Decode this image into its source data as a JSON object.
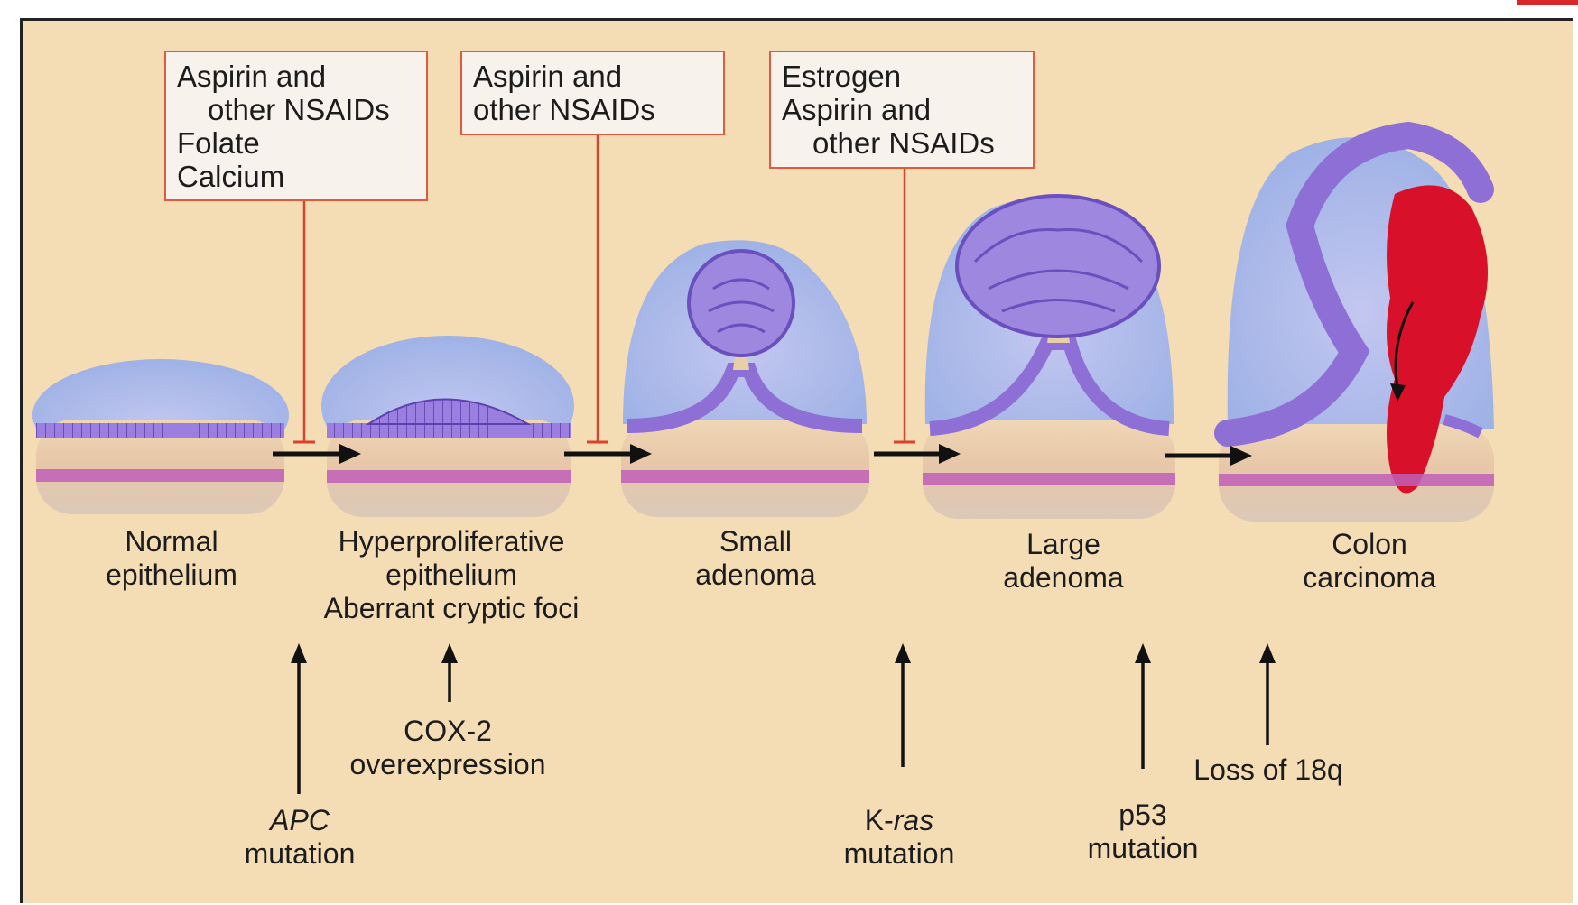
{
  "inhibitors": [
    {
      "lines": [
        "Aspirin and",
        "other NSAIDs",
        "Folate",
        "Calcium"
      ]
    },
    {
      "lines": [
        "Aspirin and",
        "other NSAIDs"
      ]
    },
    {
      "lines": [
        "Estrogen",
        "Aspirin and",
        "other NSAIDs"
      ]
    }
  ],
  "stages": [
    {
      "lines": [
        "Normal",
        "epithelium"
      ]
    },
    {
      "lines": [
        "Hyperproliferative",
        "epithelium",
        "Aberrant cryptic foci"
      ]
    },
    {
      "lines": [
        "Small",
        "adenoma"
      ]
    },
    {
      "lines": [
        "Large",
        "adenoma"
      ]
    },
    {
      "lines": [
        "Colon",
        "carcinoma"
      ]
    }
  ],
  "events": {
    "apc": {
      "gene": "APC",
      "text": "mutation"
    },
    "cox2": {
      "line1": "COX-2",
      "line2": "overexpression"
    },
    "kras": {
      "prefix": "K-",
      "gene": "ras",
      "text": "mutation"
    },
    "p53": {
      "line1": "p53",
      "line2": "mutation"
    },
    "loss18q": {
      "line1": "Loss of 18q"
    }
  },
  "colors": {
    "background": "#f4dcb4",
    "epithelium": "#8e6fd6",
    "sky": "#a7b9e8",
    "stroma": "#e8cfa8",
    "muscle": "#c060b8",
    "tumor": "#d8102a",
    "inhibitor_line": "#d9432e",
    "arrow": "#111111"
  }
}
